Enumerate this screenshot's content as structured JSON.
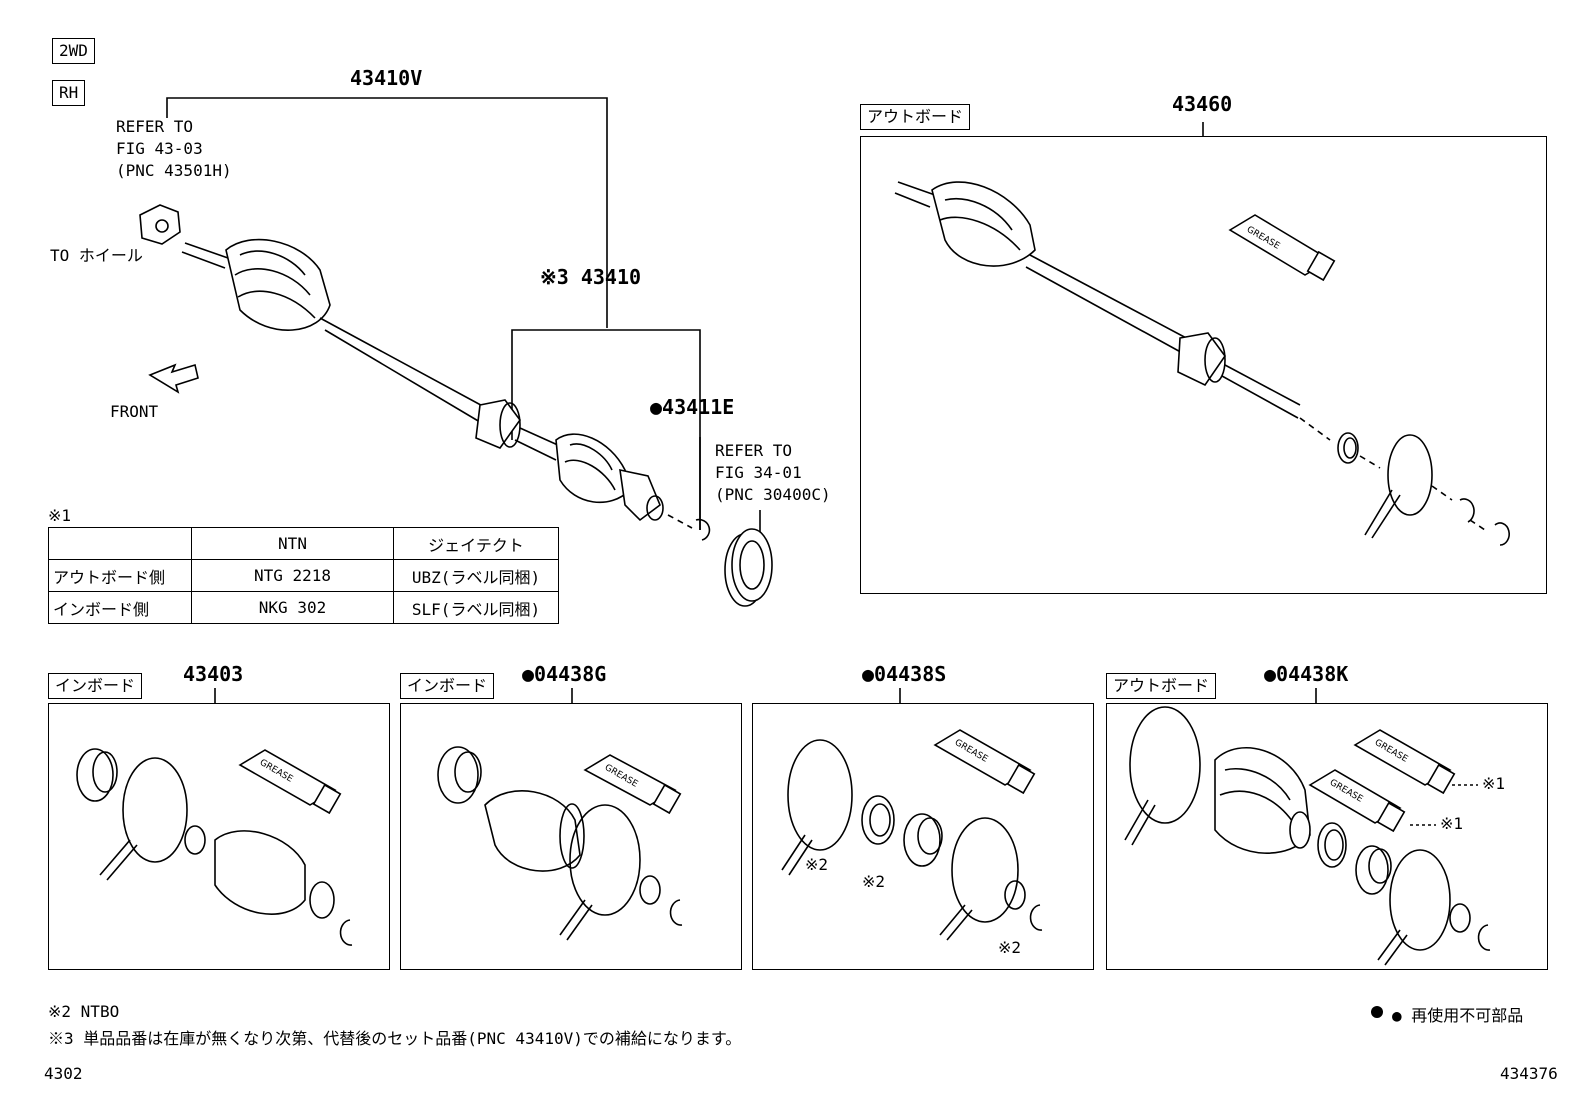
{
  "tags": {
    "drive": "2WD",
    "side": "RH"
  },
  "main_assembly": {
    "part_number": "43410V",
    "refer_to_hub": [
      "REFER TO",
      "FIG 43-03",
      "(PNC 43501H)"
    ],
    "wheel_label": "TO ホイール",
    "front_label": "FRONT",
    "shaft_part": "※3 43410",
    "snap_ring_part": "●43411E",
    "refer_to_bearing": [
      "REFER TO",
      "FIG 34-01",
      "(PNC 30400C)"
    ]
  },
  "outboard_set": {
    "tag": "アウトボード",
    "part_number": "43460"
  },
  "note1_table": {
    "marker": "※1",
    "headers": [
      "",
      "NTN",
      "ジェイテクト"
    ],
    "rows": [
      [
        "アウトボード側",
        "NTG 2218",
        "UBZ(ラベル同梱)"
      ],
      [
        "インボード側",
        "NKG 302",
        "SLF(ラベル同梱)"
      ]
    ]
  },
  "kits": [
    {
      "tag": "インボード",
      "part_number": "43403",
      "notes": []
    },
    {
      "tag": "インボード",
      "part_number": "●04438G",
      "notes": []
    },
    {
      "tag": "",
      "part_number": "●04438S",
      "notes": [
        "※2",
        "※2",
        "※2"
      ]
    },
    {
      "tag": "アウトボード",
      "part_number": "●04438K",
      "notes": [
        "※1",
        "※1"
      ]
    }
  ],
  "grease_label": "GREASE",
  "footnotes": {
    "note2": "※2 NTBO",
    "note3": "※3 単品品番は在庫が無くなり次第、代替後のセット品番(PNC 43410V)での補給になります。",
    "legend": "● 再使用不可部品"
  },
  "page_code": "4302",
  "figure_id": "434376"
}
